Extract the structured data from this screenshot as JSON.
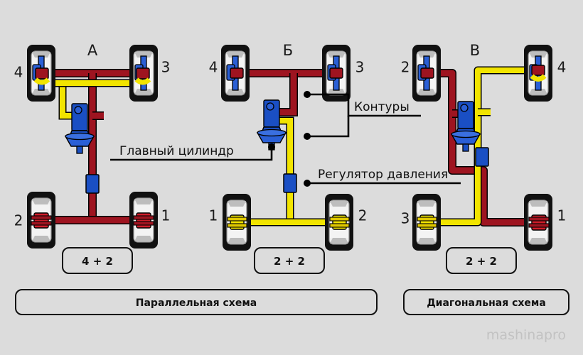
{
  "meta": {
    "background_color": "#dcdcdc",
    "watermark": "mashinapro",
    "watermark_color": "#c2c2c2"
  },
  "palette": {
    "circuit_red": "#9e1420",
    "circuit_yellow": "#f2e400",
    "component_blue": "#1a4fc4",
    "component_blue_dark": "#0f2f86",
    "tire_black": "#111111",
    "rim_light": "#e8e8e8",
    "rim_mid": "#b8b8b8",
    "outline": "#000000",
    "box_fill": "#dcdcdc"
  },
  "diagrams": [
    {
      "id": "A",
      "letter": "А",
      "scheme_type": "parallel",
      "front_wheels": [
        {
          "label": "4",
          "side": "left",
          "brake": "disc",
          "circuit": "red+yellow"
        },
        {
          "label": "3",
          "side": "right",
          "brake": "disc",
          "circuit": "red+yellow"
        }
      ],
      "rear_wheels": [
        {
          "label": "2",
          "side": "left",
          "brake": "drum",
          "circuit": "red"
        },
        {
          "label": "1",
          "side": "right",
          "brake": "drum",
          "circuit": "red"
        }
      ],
      "circuit_badge": "4 + 2",
      "components": [
        "master-cylinder",
        "pressure-regulator"
      ]
    },
    {
      "id": "B",
      "letter": "Б",
      "scheme_type": "parallel",
      "front_wheels": [
        {
          "label": "4",
          "side": "left",
          "brake": "disc",
          "circuit": "red"
        },
        {
          "label": "3",
          "side": "right",
          "brake": "disc",
          "circuit": "red"
        }
      ],
      "rear_wheels": [
        {
          "label": "1",
          "side": "left",
          "brake": "drum",
          "circuit": "yellow"
        },
        {
          "label": "2",
          "side": "right",
          "brake": "drum",
          "circuit": "yellow"
        }
      ],
      "circuit_badge": "2 + 2",
      "components": [
        "master-cylinder",
        "pressure-regulator"
      ]
    },
    {
      "id": "V",
      "letter": "В",
      "scheme_type": "diagonal",
      "front_wheels": [
        {
          "label": "2",
          "side": "left",
          "brake": "disc",
          "circuit": "red"
        },
        {
          "label": "4",
          "side": "right",
          "brake": "disc",
          "circuit": "yellow"
        }
      ],
      "rear_wheels": [
        {
          "label": "3",
          "side": "left",
          "brake": "drum",
          "circuit": "yellow"
        },
        {
          "label": "1",
          "side": "right",
          "brake": "drum",
          "circuit": "red"
        }
      ],
      "circuit_badge": "2 + 2",
      "components": [
        "master-cylinder",
        "pressure-regulator"
      ]
    }
  ],
  "callouts": {
    "master_cylinder": "Главный цилиндр",
    "circuits": "Контуры",
    "pressure_regulator": "Регулятор давления"
  },
  "captions": [
    {
      "id": "parallel",
      "text": "Параллельная схема"
    },
    {
      "id": "diagonal",
      "text": "Диагональная схема"
    }
  ]
}
